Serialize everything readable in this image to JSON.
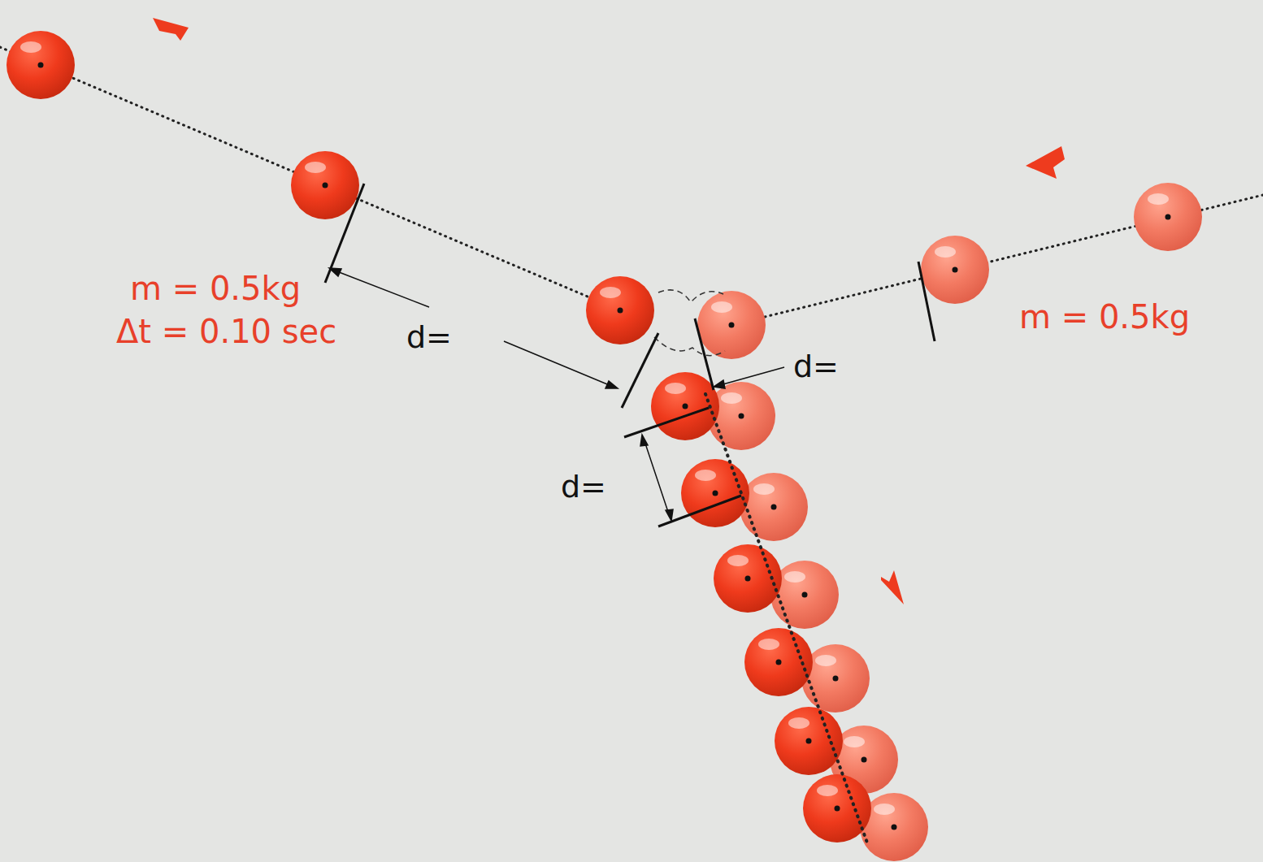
{
  "diagram": {
    "labels": [
      "m = 0.5kg",
      "Δt = 0.10 sec",
      "d=",
      "d=",
      "d=",
      "m = 0.5kg"
    ]
  }
}
